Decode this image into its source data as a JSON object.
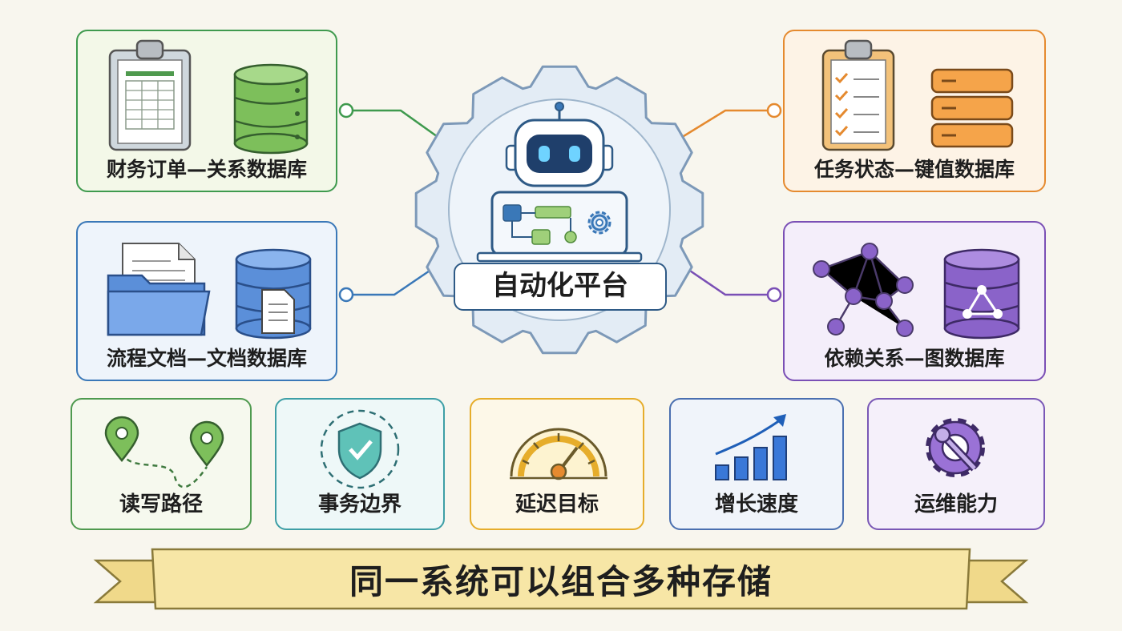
{
  "center": {
    "label": "自动化平台"
  },
  "storage_cards": [
    {
      "id": "finance",
      "label": "财务订单—关系数据库",
      "color": "#3f9a4e",
      "icons": [
        "clipboard-table-icon",
        "database-icon"
      ]
    },
    {
      "id": "task",
      "label": "任务状态—键值数据库",
      "color": "#e58a2f",
      "icons": [
        "checklist-icon",
        "key-value-stack-icon"
      ]
    },
    {
      "id": "doc",
      "label": "流程文档—文档数据库",
      "color": "#3a78b8",
      "icons": [
        "folder-document-icon",
        "database-document-icon"
      ]
    },
    {
      "id": "graph",
      "label": "依赖关系—图数据库",
      "color": "#7a4fb5",
      "icons": [
        "network-graph-icon",
        "database-graph-icon"
      ]
    }
  ],
  "criteria": [
    {
      "label": "读写路径",
      "icon": "map-route-icon",
      "color": "#4f9a4f"
    },
    {
      "label": "事务边界",
      "icon": "shield-check-icon",
      "color": "#3e9fa6"
    },
    {
      "label": "延迟目标",
      "icon": "speedometer-icon",
      "color": "#e6ad2b"
    },
    {
      "label": "增长速度",
      "icon": "growth-chart-icon",
      "color": "#4a6fb0"
    },
    {
      "label": "运维能力",
      "icon": "gear-wrench-icon",
      "color": "#7a58b6"
    }
  ],
  "banner": {
    "text": "同一系统可以组合多种存储"
  }
}
